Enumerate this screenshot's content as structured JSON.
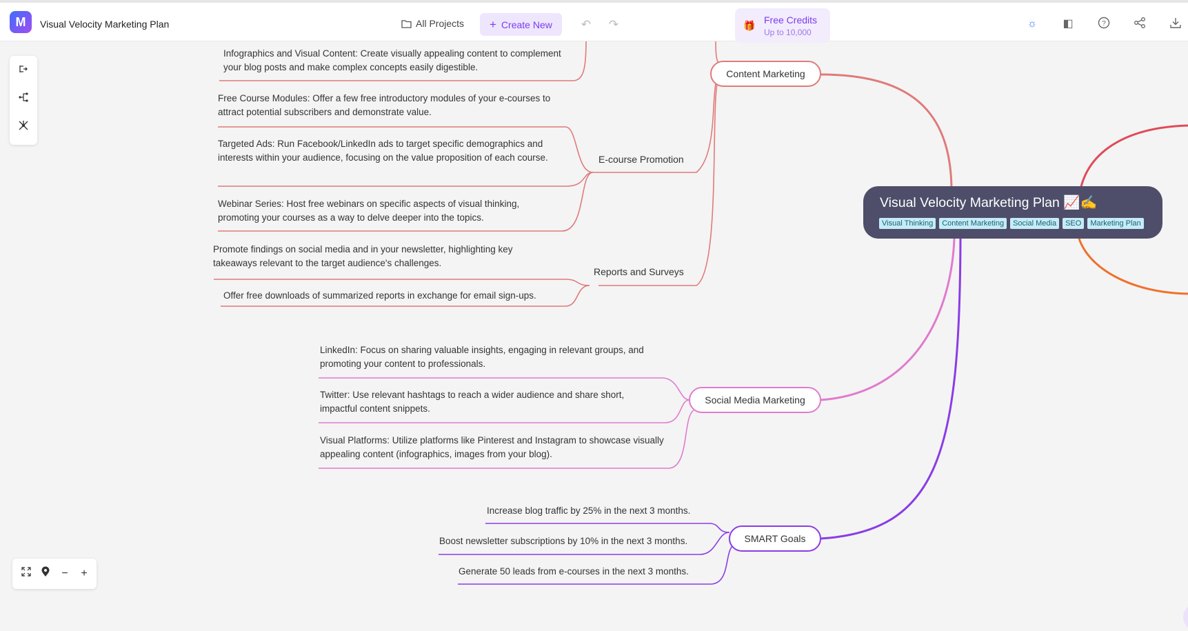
{
  "header": {
    "logo_text": "M",
    "app_title": "Visual Velocity Marketing Plan",
    "all_projects_label": "All Projects",
    "create_new_label": "Create New",
    "credits_title": "Free Credits",
    "credits_subtitle": "Up to 10,000",
    "icons": [
      "folder-icon",
      "plus-icon",
      "undo-icon",
      "redo-icon",
      "gift-icon",
      "sun-icon",
      "theme-icon",
      "help-icon",
      "share-icon",
      "download-icon"
    ]
  },
  "mindmap": {
    "central": {
      "title": "Visual Velocity Marketing Plan 📈✍️",
      "tags": [
        "Visual Thinking",
        "Content Marketing",
        "Social Media",
        "SEO",
        "Marketing Plan"
      ]
    },
    "content_marketing": {
      "label": "Content Marketing",
      "color": "#e07a7a",
      "leaf_infographics": "Infographics and Visual Content: Create visually appealing content to complement your blog posts and make complex concepts easily digestible.",
      "ecourse": {
        "label": "E-course Promotion",
        "items": [
          "Free Course Modules: Offer a few free introductory modules of your e-courses to attract potential subscribers and demonstrate value.",
          "Targeted Ads: Run Facebook/LinkedIn ads to target specific demographics and interests within your audience, focusing on the value proposition of each course.",
          "Webinar Series: Host free webinars on specific aspects of visual thinking, promoting your courses as a way to delve deeper into the topics."
        ]
      },
      "reports": {
        "label": "Reports and Surveys",
        "items": [
          "Promote findings on social media and in your newsletter, highlighting key takeaways relevant to the target audience's challenges.",
          "Offer free downloads of summarized reports in exchange for email sign-ups."
        ]
      }
    },
    "social_media": {
      "label": "Social Media Marketing",
      "color": "#e07bcd",
      "items": [
        "LinkedIn: Focus on sharing valuable insights, engaging in relevant groups, and promoting your content to professionals.",
        "Twitter: Use relevant hashtags to reach a wider audience and share short, impactful content snippets.",
        "Visual Platforms: Utilize platforms like Pinterest and Instagram to showcase visually appealing content (infographics, images from your blog)."
      ]
    },
    "smart_goals": {
      "label": "SMART Goals",
      "color": "#8a3ce6",
      "items": [
        "Increase blog traffic by 25% in the next 3 months.",
        "Boost newsletter subscriptions by 10% in the next 3 months.",
        "Generate 50 leads from e-courses in the next 3 months."
      ]
    },
    "offscreen_branch_colors": [
      "#e04a5a",
      "#f0702a"
    ]
  },
  "toolbars": {
    "left": [
      "layout-right-icon",
      "layout-tree-icon",
      "layout-radial-icon"
    ],
    "zoom": [
      "fit-screen-icon",
      "locate-icon",
      "zoom-out-icon",
      "zoom-in-icon"
    ]
  }
}
